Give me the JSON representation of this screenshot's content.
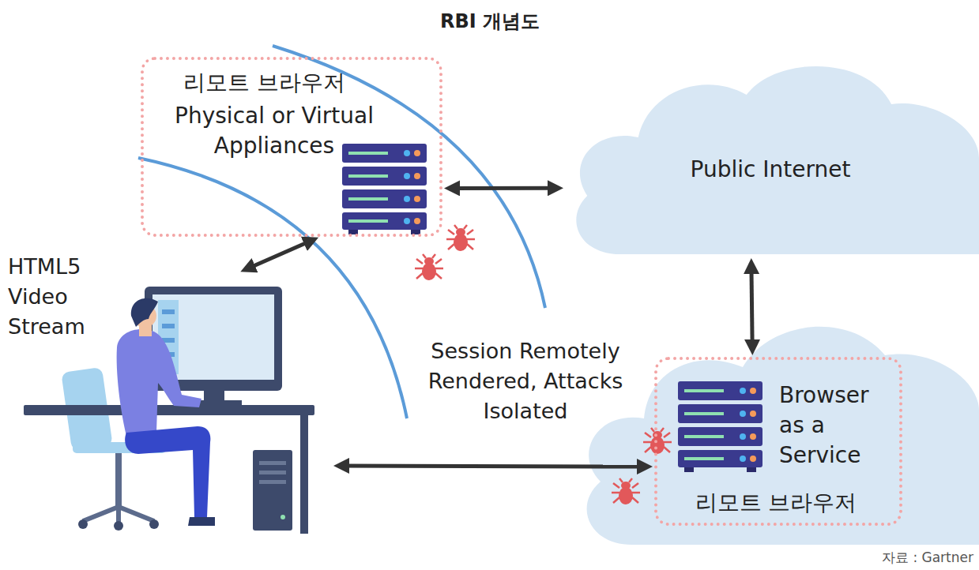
{
  "diagram": {
    "title": "RBI 개념도",
    "nodes": [
      {
        "text": [
          "리모트 브라우저",
          "Physical or Virtual Appliances"
        ]
      },
      {
        "text": [
          "Public Internet"
        ]
      },
      {
        "text": [
          "HTML5 Video Stream"
        ]
      },
      {
        "text": [
          "Browser as a Service",
          "리모트 브라우저"
        ]
      }
    ],
    "edges": [
      {
        "from": 0,
        "to": 1,
        "arrow": "both"
      },
      {
        "from": 2,
        "to": 0,
        "arrow": "both"
      },
      {
        "from": 1,
        "to": 3,
        "arrow": "both"
      },
      {
        "from": 2,
        "to": 3,
        "arrow": "both"
      }
    ],
    "labels": [
      "Session Remotely Rendered, Attacks Isolated",
      "자료 : Gartner"
    ]
  }
}
